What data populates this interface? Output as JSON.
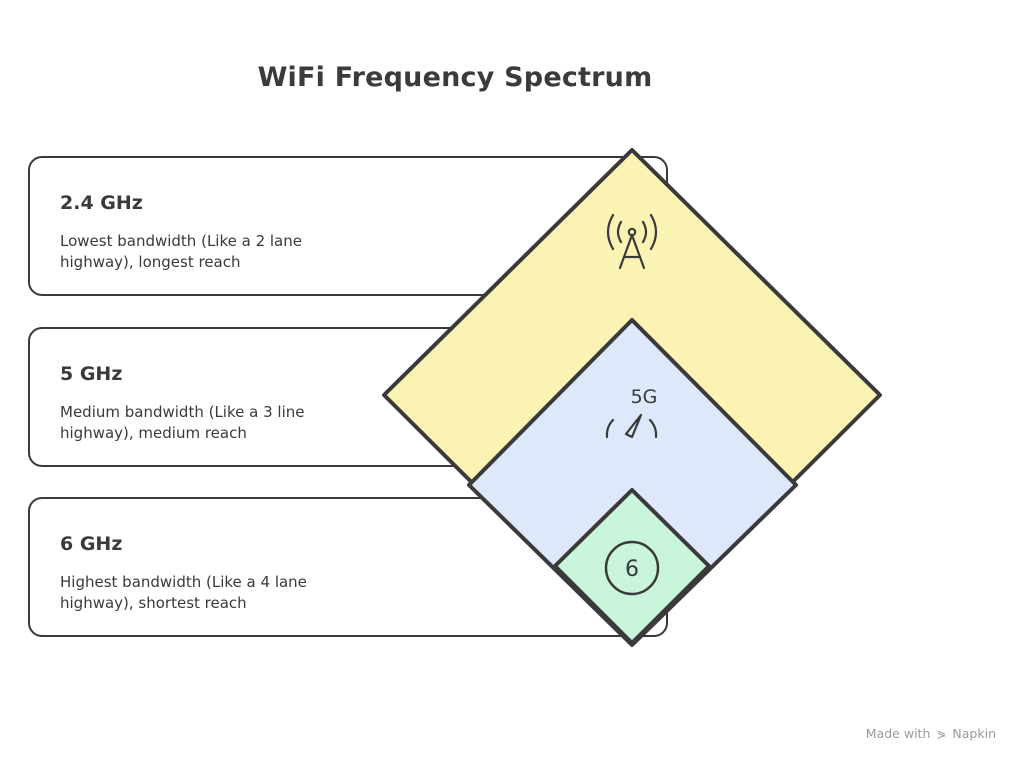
{
  "title": "WiFi Frequency Spectrum",
  "bands": [
    {
      "label": "2.4 GHz",
      "description": "Lowest bandwidth (Like a 2 lane highway), longest reach",
      "icon": "antenna-tower-icon",
      "color": "#faf3b4"
    },
    {
      "label": "5 GHz",
      "description": "Medium bandwidth (Like a 3 line highway), medium reach",
      "icon": "5g-speedometer-icon",
      "icon_text": "5G",
      "color": "#dde8fb"
    },
    {
      "label": "6 GHz",
      "description": "Highest bandwidth (Like a 4 lane highway), shortest reach",
      "icon": "circled-six-icon",
      "icon_text": "6",
      "color": "#c8f5dc"
    }
  ],
  "footer": {
    "made_with": "Made with",
    "brand": "Napkin",
    "brand_icon": "napkin-logo-icon"
  },
  "colors": {
    "outline": "#3a3a3a",
    "text": "#3a3a3a"
  }
}
